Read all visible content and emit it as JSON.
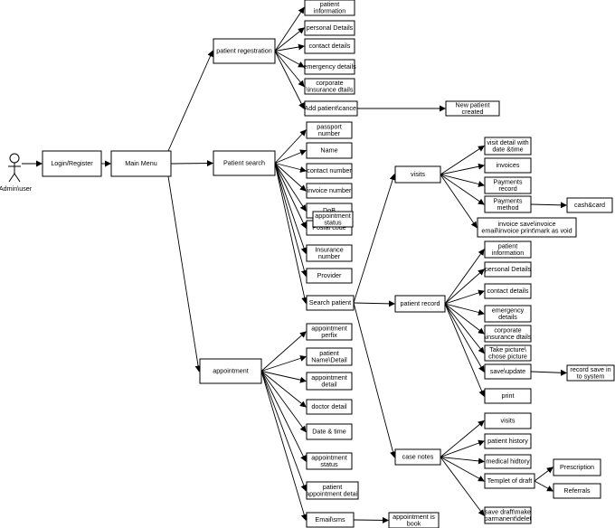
{
  "actor": {
    "label": "Admin\\user"
  },
  "nodes": [
    {
      "id": "login",
      "lines": [
        "Login/Register"
      ]
    },
    {
      "id": "main",
      "lines": [
        "Main Menu"
      ]
    },
    {
      "id": "preg",
      "lines": [
        "patient regestration"
      ]
    },
    {
      "id": "r_pinfo",
      "lines": [
        "patient",
        "information"
      ]
    },
    {
      "id": "r_pers",
      "lines": [
        "personal Details"
      ]
    },
    {
      "id": "r_contact",
      "lines": [
        "contact details"
      ]
    },
    {
      "id": "r_emerg",
      "lines": [
        "emergency details"
      ]
    },
    {
      "id": "r_corp",
      "lines": [
        "corporate",
        "\\insurance dtails"
      ]
    },
    {
      "id": "r_add",
      "lines": [
        "Add patient\\cancel"
      ]
    },
    {
      "id": "newpat",
      "lines": [
        "New patient",
        "created"
      ]
    },
    {
      "id": "psearch",
      "lines": [
        "Patient search"
      ]
    },
    {
      "id": "s_pass",
      "lines": [
        "passport",
        "number"
      ]
    },
    {
      "id": "s_name",
      "lines": [
        "Name"
      ]
    },
    {
      "id": "s_contact",
      "lines": [
        "contact number"
      ]
    },
    {
      "id": "s_inv",
      "lines": [
        "invoice number"
      ]
    },
    {
      "id": "s_dob",
      "lines": [
        "DoB"
      ]
    },
    {
      "id": "s_postal",
      "lines": [
        "Postal code"
      ]
    },
    {
      "id": "s_apst",
      "lines": [
        "appointment",
        "status"
      ]
    },
    {
      "id": "s_ins",
      "lines": [
        "Insurance",
        "number"
      ]
    },
    {
      "id": "s_prov",
      "lines": [
        "Provider"
      ]
    },
    {
      "id": "s_search",
      "lines": [
        "Search patient"
      ]
    },
    {
      "id": "visits",
      "lines": [
        "visits"
      ]
    },
    {
      "id": "v_detail",
      "lines": [
        "visit detail with",
        "date &time"
      ]
    },
    {
      "id": "v_invoices",
      "lines": [
        "invoices"
      ]
    },
    {
      "id": "v_payrec",
      "lines": [
        "Payments",
        "record"
      ]
    },
    {
      "id": "v_paymeth",
      "lines": [
        "Payments",
        "method"
      ]
    },
    {
      "id": "cashcard",
      "lines": [
        "cash&card"
      ]
    },
    {
      "id": "v_invsave",
      "lines": [
        "invoice save\\invoice",
        "email\\invoice print\\mark as void"
      ]
    },
    {
      "id": "precord",
      "lines": [
        "patient record"
      ]
    },
    {
      "id": "pr_pinfo",
      "lines": [
        "patient",
        "information"
      ]
    },
    {
      "id": "pr_pers",
      "lines": [
        "personal Details"
      ]
    },
    {
      "id": "pr_contact",
      "lines": [
        "contact details"
      ]
    },
    {
      "id": "pr_emerg",
      "lines": [
        "emergency",
        "details"
      ]
    },
    {
      "id": "pr_corp",
      "lines": [
        "corporate",
        "\\insurance dtails"
      ]
    },
    {
      "id": "pr_pic",
      "lines": [
        "Take picture\\",
        "chose picture"
      ]
    },
    {
      "id": "pr_save",
      "lines": [
        "save\\update"
      ]
    },
    {
      "id": "recsave",
      "lines": [
        "record save in",
        "to system"
      ]
    },
    {
      "id": "pr_print",
      "lines": [
        "print"
      ]
    },
    {
      "id": "casenotes",
      "lines": [
        "case notes"
      ]
    },
    {
      "id": "cn_visits",
      "lines": [
        "visits"
      ]
    },
    {
      "id": "cn_hist",
      "lines": [
        "patient history"
      ]
    },
    {
      "id": "cn_med",
      "lines": [
        "medical hidtory"
      ]
    },
    {
      "id": "cn_templ",
      "lines": [
        "Templet of  draft"
      ]
    },
    {
      "id": "prescription",
      "lines": [
        "Prescription"
      ]
    },
    {
      "id": "referrals",
      "lines": [
        "Referrals"
      ]
    },
    {
      "id": "cn_save",
      "lines": [
        "save draft\\make",
        "parmanent\\delet"
      ]
    },
    {
      "id": "appt",
      "lines": [
        "appointment"
      ]
    },
    {
      "id": "a_perfix",
      "lines": [
        "appointment",
        "perfix"
      ]
    },
    {
      "id": "a_name",
      "lines": [
        "patient",
        "Name\\Detail"
      ]
    },
    {
      "id": "a_detail",
      "lines": [
        "appointment",
        "detail"
      ]
    },
    {
      "id": "a_doctor",
      "lines": [
        "doctor detail"
      ]
    },
    {
      "id": "a_date",
      "lines": [
        "Date & time"
      ]
    },
    {
      "id": "a_status",
      "lines": [
        "appointment",
        "status"
      ]
    },
    {
      "id": "a_pdetail",
      "lines": [
        "patient",
        "appointment detail"
      ]
    },
    {
      "id": "a_email",
      "lines": [
        "Email\\sms"
      ]
    },
    {
      "id": "apptbook",
      "lines": [
        "appointment is",
        "book"
      ]
    }
  ]
}
